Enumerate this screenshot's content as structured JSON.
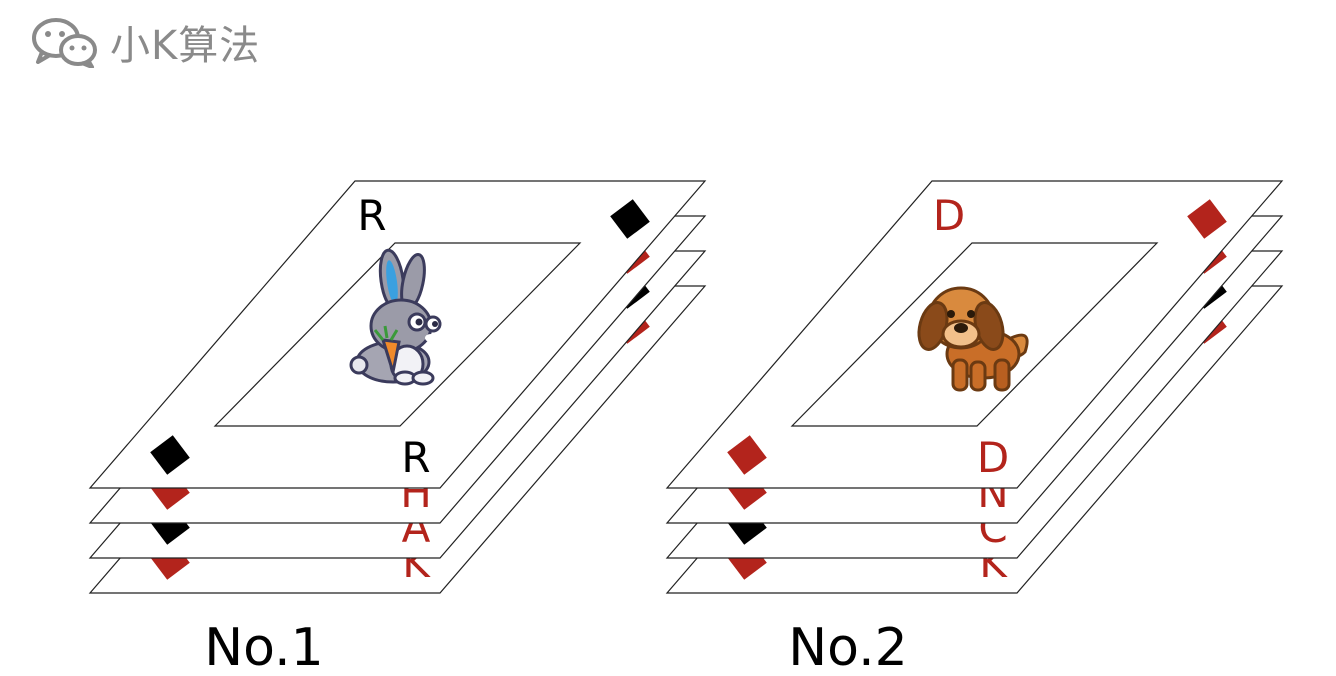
{
  "brand": {
    "icon": "wechat-icon",
    "title": "小K算法"
  },
  "colors": {
    "red": "#b3241c",
    "black": "#000000",
    "gray": "#8a8a8a"
  },
  "stacks": [
    {
      "label": "No.1",
      "top_card": {
        "letter": "R",
        "color": "#000000",
        "picture": "rabbit"
      },
      "lower_cards": [
        {
          "letter": "H",
          "color": "#b3241c"
        },
        {
          "letter": "A",
          "color": "#b3241c"
        },
        {
          "letter": "K",
          "color": "#b3241c"
        }
      ]
    },
    {
      "label": "No.2",
      "top_card": {
        "letter": "D",
        "color": "#b3241c",
        "picture": "dog"
      },
      "lower_cards": [
        {
          "letter": "N",
          "color": "#b3241c"
        },
        {
          "letter": "C",
          "color": "#b3241c"
        },
        {
          "letter": "K",
          "color": "#b3241c"
        }
      ]
    }
  ]
}
